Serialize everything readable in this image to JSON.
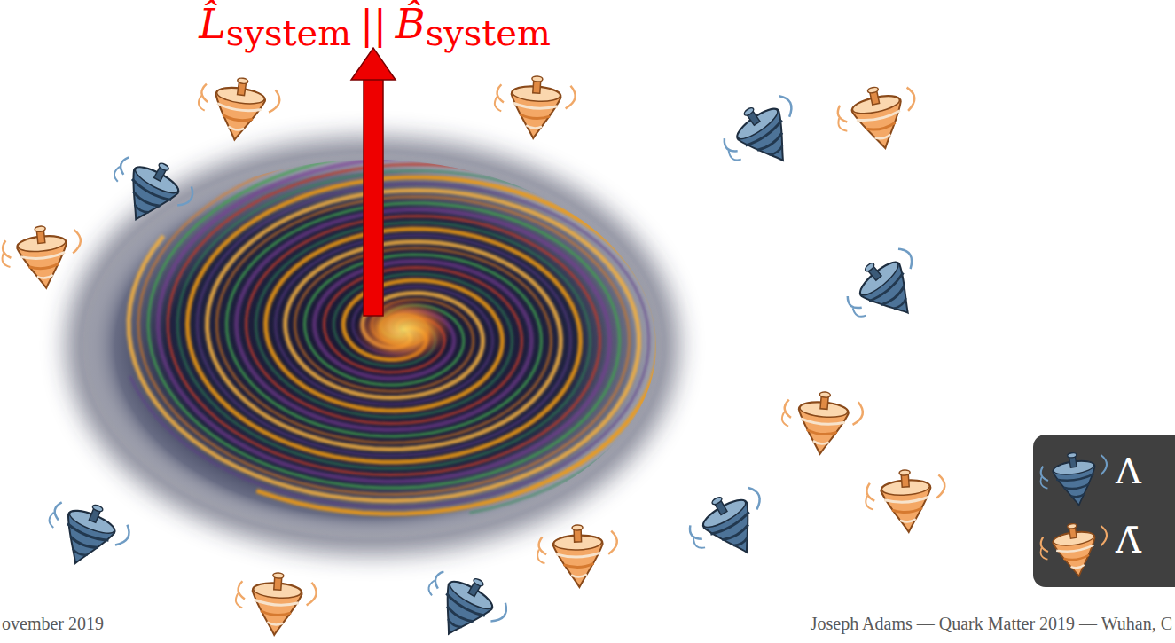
{
  "diagram": {
    "labels": [
      "L̂",
      "system",
      "||",
      "B̂",
      "system",
      "ovember 2019",
      "Joseph Adams — Quark Matter 2019 — Wuhan, C"
    ],
    "legend": [
      {
        "text": "Λ"
      },
      {
        "text": "Λ̄"
      }
    ]
  }
}
